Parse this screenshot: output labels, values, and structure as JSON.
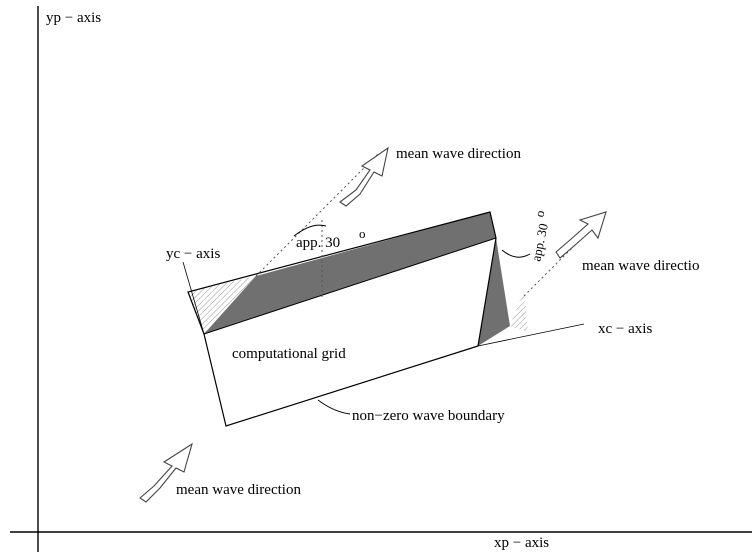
{
  "labels": {
    "yp_axis": "yp − axis",
    "xp_axis": "xp − axis",
    "yc_axis": "yc − axis",
    "xc_axis": "xc − axis",
    "mean_wave_direction_top": "mean wave direction",
    "mean_wave_direction_right": "mean wave directio",
    "mean_wave_direction_bottom": "mean wave direction",
    "angle_left": "app. 30",
    "angle_right": "app. 30",
    "degree": "o",
    "computational_grid": "computational grid",
    "boundary": "non−zero wave boundary"
  },
  "colors": {
    "stroke": "#000000",
    "shaded": "#707070",
    "hatch": "#9a9a9a",
    "arrow_outline": "#444444"
  }
}
